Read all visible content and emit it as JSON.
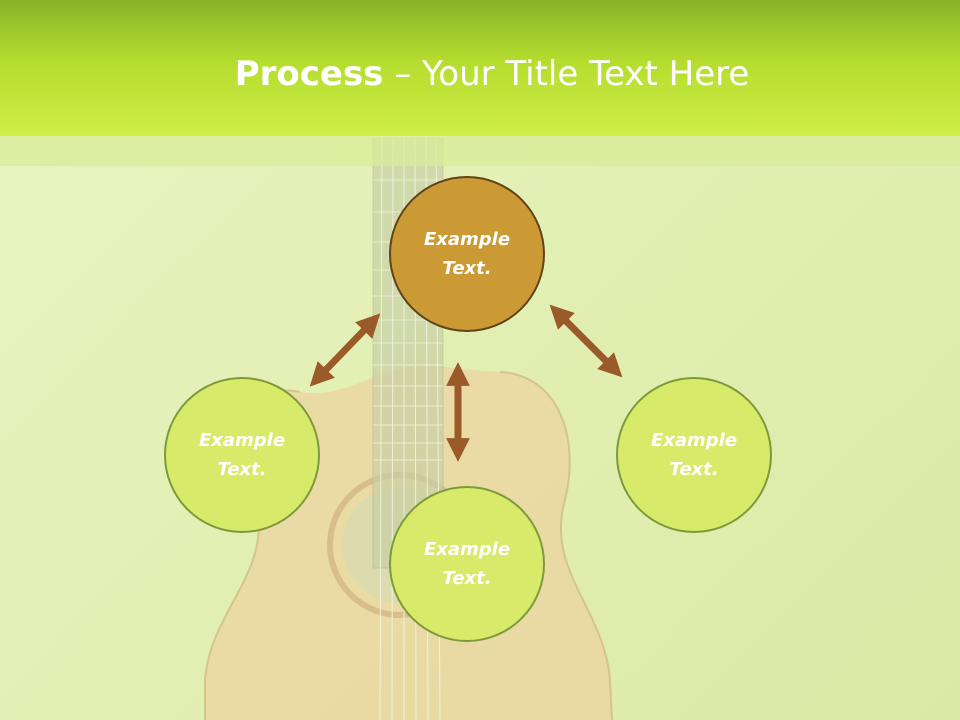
{
  "slide": {
    "title_bold": "Process",
    "title_rest": " – Your Title Text Here"
  },
  "nodes": {
    "top": {
      "line1": "Example",
      "line2": "Text."
    },
    "left": {
      "line1": "Example",
      "line2": "Text."
    },
    "right": {
      "line1": "Example",
      "line2": "Text."
    },
    "bottom": {
      "line1": "Example",
      "line2": "Text."
    }
  },
  "colors": {
    "header_green": "#b4dd2e",
    "node_green": "#d7ea6a",
    "node_orange": "#cc9a34",
    "arrow_brown": "#9a5a2a"
  }
}
